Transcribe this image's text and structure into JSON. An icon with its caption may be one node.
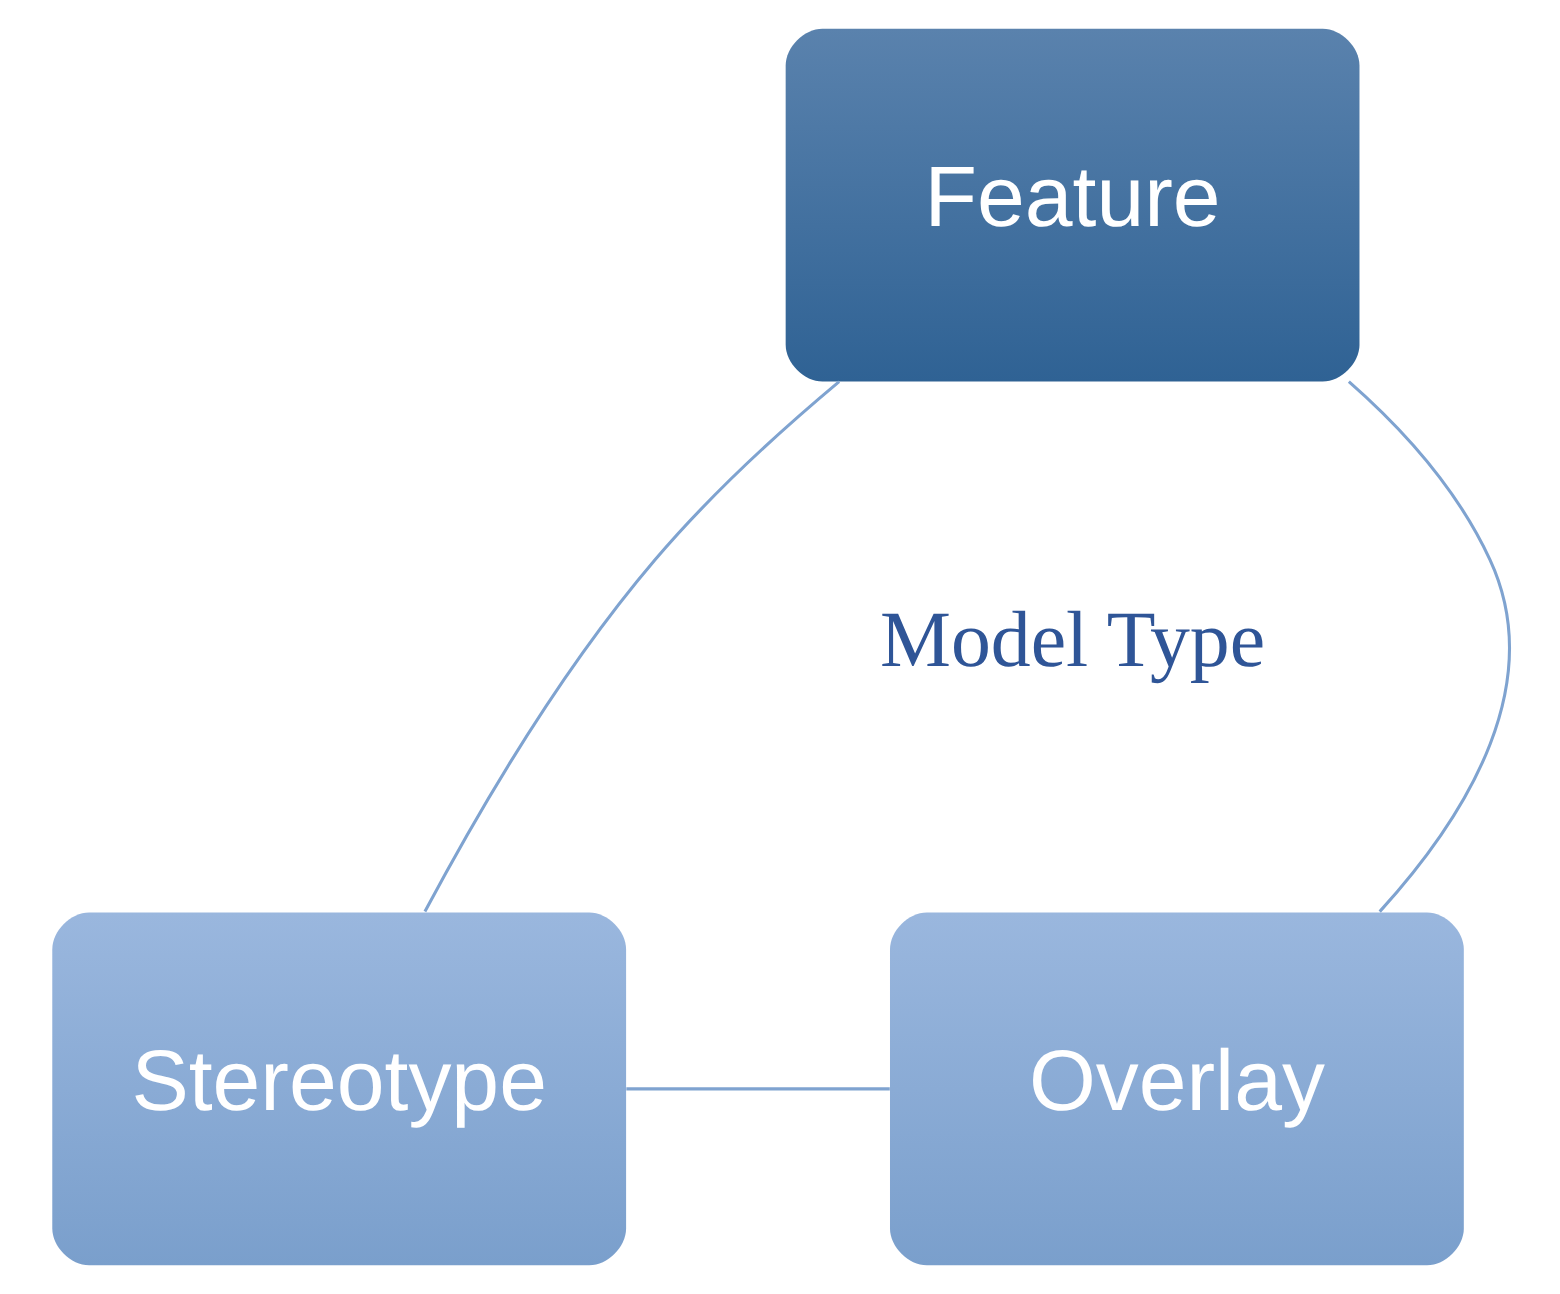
{
  "diagram": {
    "nodes": [
      {
        "text": [
          "Feature"
        ]
      },
      {
        "text": [
          "Overlay"
        ]
      },
      {
        "text": [
          "Stereotype"
        ]
      }
    ],
    "edges": [
      {
        "from": 0,
        "to": 2,
        "arrow": "none"
      },
      {
        "from": 2,
        "to": 1,
        "arrow": "none"
      },
      {
        "from": 1,
        "to": 0,
        "arrow": "none"
      }
    ],
    "labels": [
      "Model Type"
    ]
  }
}
